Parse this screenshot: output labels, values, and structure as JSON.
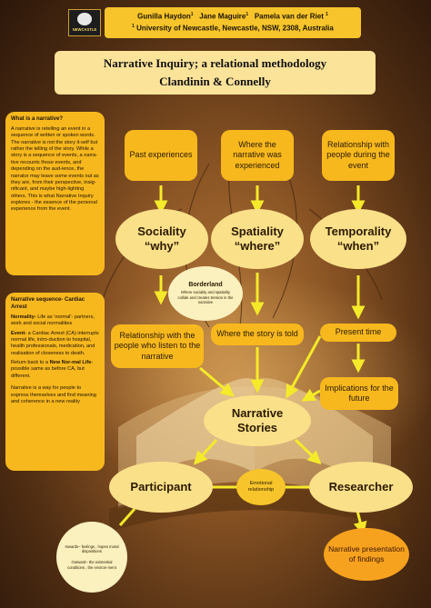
{
  "header": {
    "authors": [
      "Gunilla Haydon",
      "Jane Maguire",
      "Pamela van der Riet"
    ],
    "author_sup": "1",
    "affiliation_sup": "1",
    "affiliation": "University of Newcastle, Newcastle, NSW, 2308, Australia",
    "logo_text": "NEWCASTLE"
  },
  "title": {
    "line1": "Narrative Inquiry; a relational methodology",
    "line2": "Clandinin & Connelly"
  },
  "sidebar": {
    "box1_heading": "What is a narrative?",
    "box1_body": "A narrative is retelling an event in a sequence of written or spoken words. The narrative is not the story it-self but rather the telling of the story. While a story is a sequence of events, a narra-tive recounts those events, and depending on the aud-ience, the narrator may leave some events out as they are, from their perspective, insig-nificant, and maybe high-lighting others. This is what Narrative Inquiry explores - the essence of the personal experience from the event.",
    "box2_heading": "Narrative sequence- Cardiac Arrest",
    "normality_label": "Normality-",
    "normality_text": " Life as 'normal'- partners, work and social normalities",
    "event_label": "Event-",
    "event_text": " a Cardiac Arrest (CA) interrupts normal life, intro-duction to hospital, health professionals, medication, and realisation of closeness to death.",
    "return_text": "Return back to a ",
    "new_normal_label": "New Nor-mal Life",
    "new_normal_text": "- possible same as before CA, but different.",
    "closing": "Narrative is a way for people to express themselves and find meaning and coherence in a new reality"
  },
  "diagram": {
    "top_boxes": [
      "Past experiences",
      "Where the narrative was experienced",
      "Relationship with people during the event"
    ],
    "dimensions": [
      {
        "name": "Sociality",
        "quote": "“why”"
      },
      {
        "name": "Spatiality",
        "quote": "“where”"
      },
      {
        "name": "Temporality",
        "quote": "“when”"
      }
    ],
    "borderland_title": "Borderland",
    "borderland_text": "Where sociality and spatiality collide and creates tension in the narrative",
    "mid_boxes": [
      "Relationship with the people who listen to the narrative",
      "Where the story is told",
      "Present time"
    ],
    "implications": "Implications for the future",
    "center_line1": "Narrative",
    "center_line2": "Stories",
    "participant": "Participant",
    "researcher": "Researcher",
    "emotional": "Emotional relationship",
    "inwards": "Inwards– feelings , hopes moral dispositions",
    "outwards": "Outward– the existential conditions , the environ-ment",
    "presentation": "Narrative presentation of findings"
  },
  "colors": {
    "box": "#f7b81e",
    "ellipse": "#fbe08a",
    "arrow": "#f5ea2a",
    "background": "#8a5424"
  }
}
